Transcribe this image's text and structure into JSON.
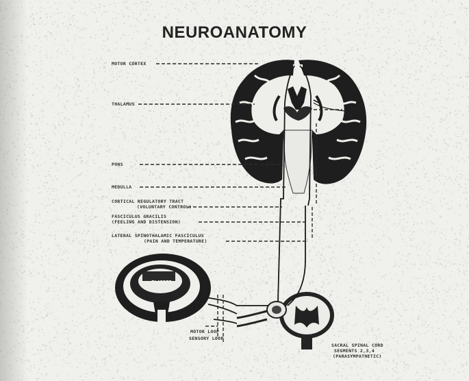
{
  "title": "NEUROANATOMY",
  "labels": {
    "motor_cortex": "MOTOR  CORTEX",
    "thalamus": "THALAMUS",
    "pons": "PONS",
    "medulla": "MEDULLA",
    "cortical_regulatory_tract": "CORTICAL  REGULATORY  TRACT",
    "voluntary_control": "(VOLUNTARY  CONTROL)",
    "fasciculus_gracilis": "FASCICULUS  GRACILIS",
    "fasciculus_gracilis_sub": "(FEELING  AND  DISTENSION)",
    "lateral_spinothalamic": "LATERAL  SPINOTHALAMIC  FASCICULUS",
    "lateral_spinothalamic_sub": "(PAIN  AND  TEMPERATURE)",
    "bladder": "BLADDER",
    "motor_loop": "MOTOR  LOOP",
    "sensory_loop": "SENSORY  LOOP",
    "sacral_cord": "SACRAL  SPINAL  CORD",
    "sacral_segments": "SEGMENTS  2,3,4",
    "parasympathetic": "(PARASYMPATHETIC)"
  },
  "colors": {
    "ink": "#1a1a1a",
    "paper": "#f0f0ec"
  }
}
